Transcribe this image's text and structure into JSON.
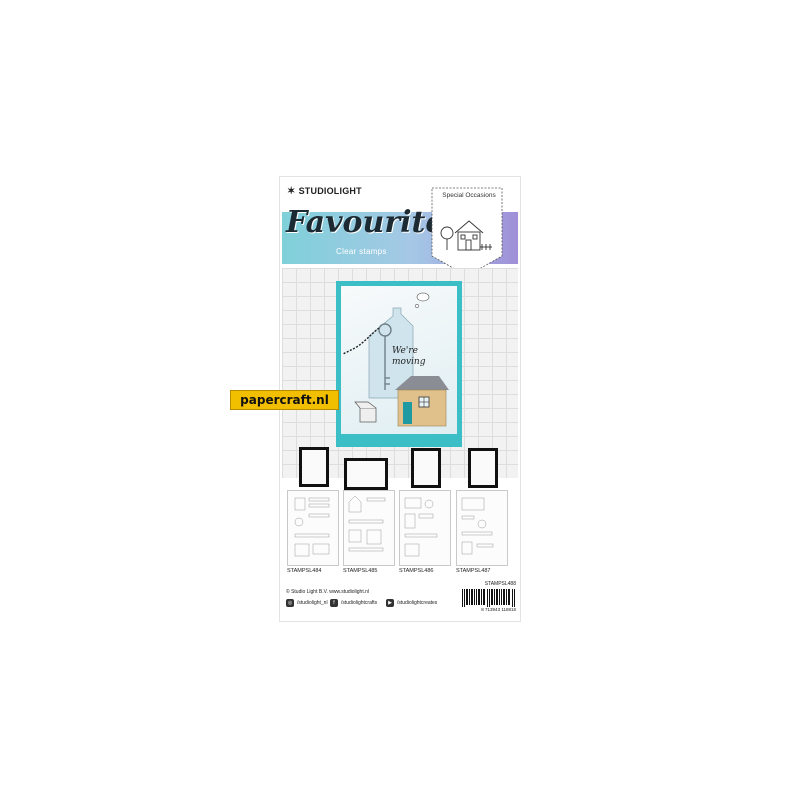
{
  "brand": {
    "name": "STUDIOLIGHT"
  },
  "product": {
    "series_title": "Favourites",
    "subtitle": "Clear stamps",
    "occasion": "Special Occasions",
    "stamp_sample_text": "We're moving",
    "code": "STAMPSL488",
    "barcode_number": "8 713943 118818"
  },
  "overlay": {
    "badge_text": "papercraft.nl"
  },
  "thumbnails": [
    {
      "code": "STAMPSL484"
    },
    {
      "code": "STAMPSL485"
    },
    {
      "code": "STAMPSL486"
    },
    {
      "code": "STAMPSL487"
    }
  ],
  "footer": {
    "copyright": "© Studio Light B.V. www.studiolight.nl",
    "instagram": "/studiolight_nl",
    "facebook": "/studiolightcrafts",
    "youtube": "/studiolightcreates"
  },
  "colors": {
    "accent_teal": "#3cbec6",
    "badge_yellow": "#f2be00",
    "gradient_purple": "#9f8fd8"
  }
}
